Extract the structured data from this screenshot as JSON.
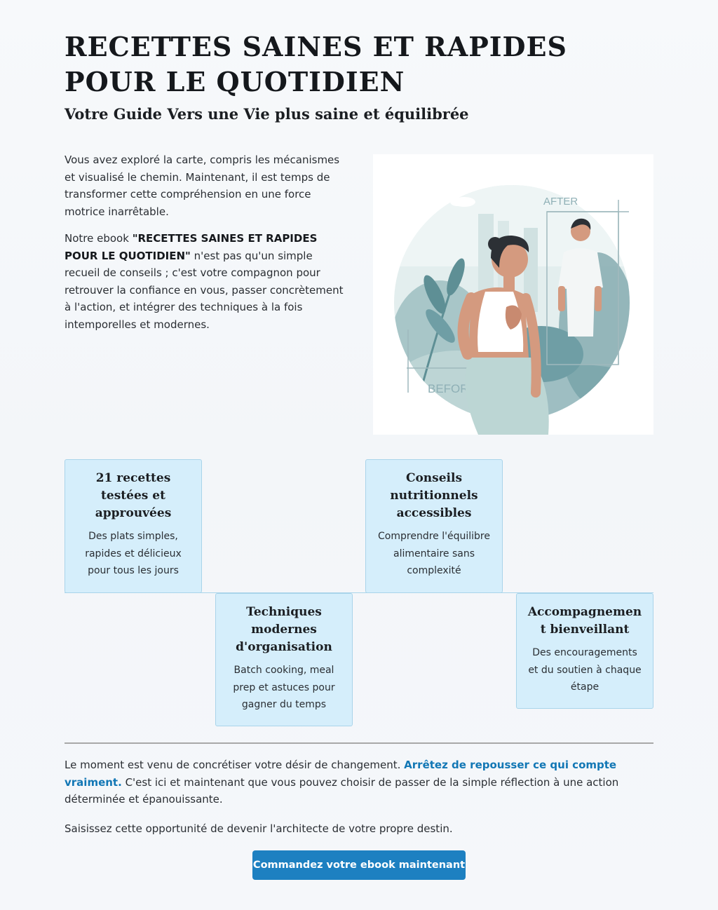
{
  "header": {
    "title": "RECETTES SAINES ET RAPIDES POUR LE QUOTIDIEN",
    "subtitle": "Votre Guide Vers une Vie plus saine et équilibrée"
  },
  "intro": {
    "p1": "Vous avez exploré la carte, compris les mécanismes et visualisé le chemin. Maintenant, il est temps de transformer cette compréhension en une force motrice inarrêtable.",
    "p2_prefix": "Notre ebook ",
    "p2_bold": "\"RECETTES SAINES ET RAPIDES POUR LE QUOTIDIEN\"",
    "p2_suffix": " n'est pas qu'un simple recueil de conseils ; c'est votre compagnon pour retrouver la confiance en vous, passer concrètement à l'action, et intégrer des techniques à la fois intemporelles et modernes."
  },
  "illustration": {
    "label_after": "AFTER",
    "label_before": "BEFORE",
    "colors": {
      "teal": "#6f9ea5",
      "light": "#d7e6e6",
      "skin": "#d49a7f",
      "hair": "#2c3035"
    }
  },
  "features": [
    {
      "title": "21 recettes testées et approuvées",
      "text": "Des plats simples, rapides et délicieux pour tous les jours"
    },
    {
      "title": "Techniques modernes d'organisation",
      "text": "Batch cooking, meal prep et astuces pour gagner du temps"
    },
    {
      "title": "Conseils nutritionnels accessibles",
      "text": "Comprendre l'équilibre alimentaire sans complexité"
    },
    {
      "title": "Accompagnement bienveillant",
      "text": "Des encouragements et du soutien à chaque étape"
    }
  ],
  "outro": {
    "p1_prefix": "Le moment est venu de concrétiser votre désir de changement. ",
    "p1_highlight": "Arrêtez de repousser ce qui compte vraiment.",
    "p1_suffix": " C'est ici et maintenant que vous pouvez choisir de passer de la simple réflection à une action déterminée et épanouissante.",
    "p2": "Saisissez cette opportunité de devenir l'architecte de votre propre destin."
  },
  "cta": {
    "label": "Commandez votre ebook maintenant"
  },
  "colors": {
    "accent": "#1d80c1",
    "highlight_text": "#1277b5",
    "card_bg": "#d5eefb",
    "card_border": "#a9d4ea"
  }
}
